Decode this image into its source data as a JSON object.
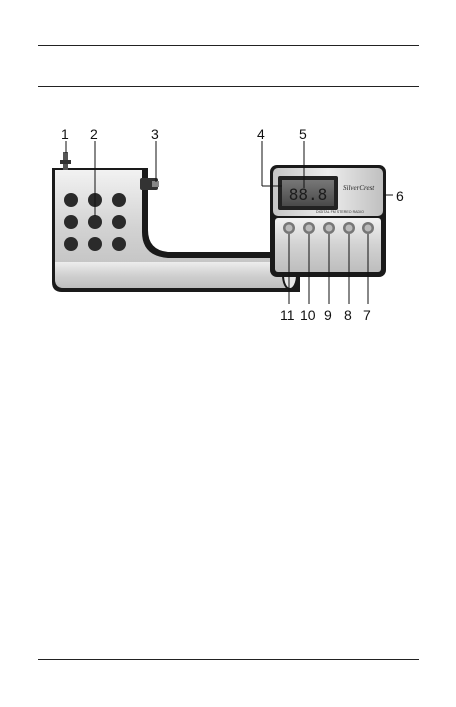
{
  "callouts": {
    "c1": "1",
    "c2": "2",
    "c3": "3",
    "c4": "4",
    "c5": "5",
    "c6": "6",
    "c7": "7",
    "c8": "8",
    "c9": "9",
    "c10": "10",
    "c11": "11"
  },
  "device": {
    "brand": "SilverCrest",
    "model_label": "DIGITAL FM STEREO RADIO",
    "lcd_text": "88.8"
  },
  "colors": {
    "body_silver": "#d8d8d8",
    "dark_frame": "#1a1a1a",
    "speaker_hole": "#2a2a2a"
  }
}
